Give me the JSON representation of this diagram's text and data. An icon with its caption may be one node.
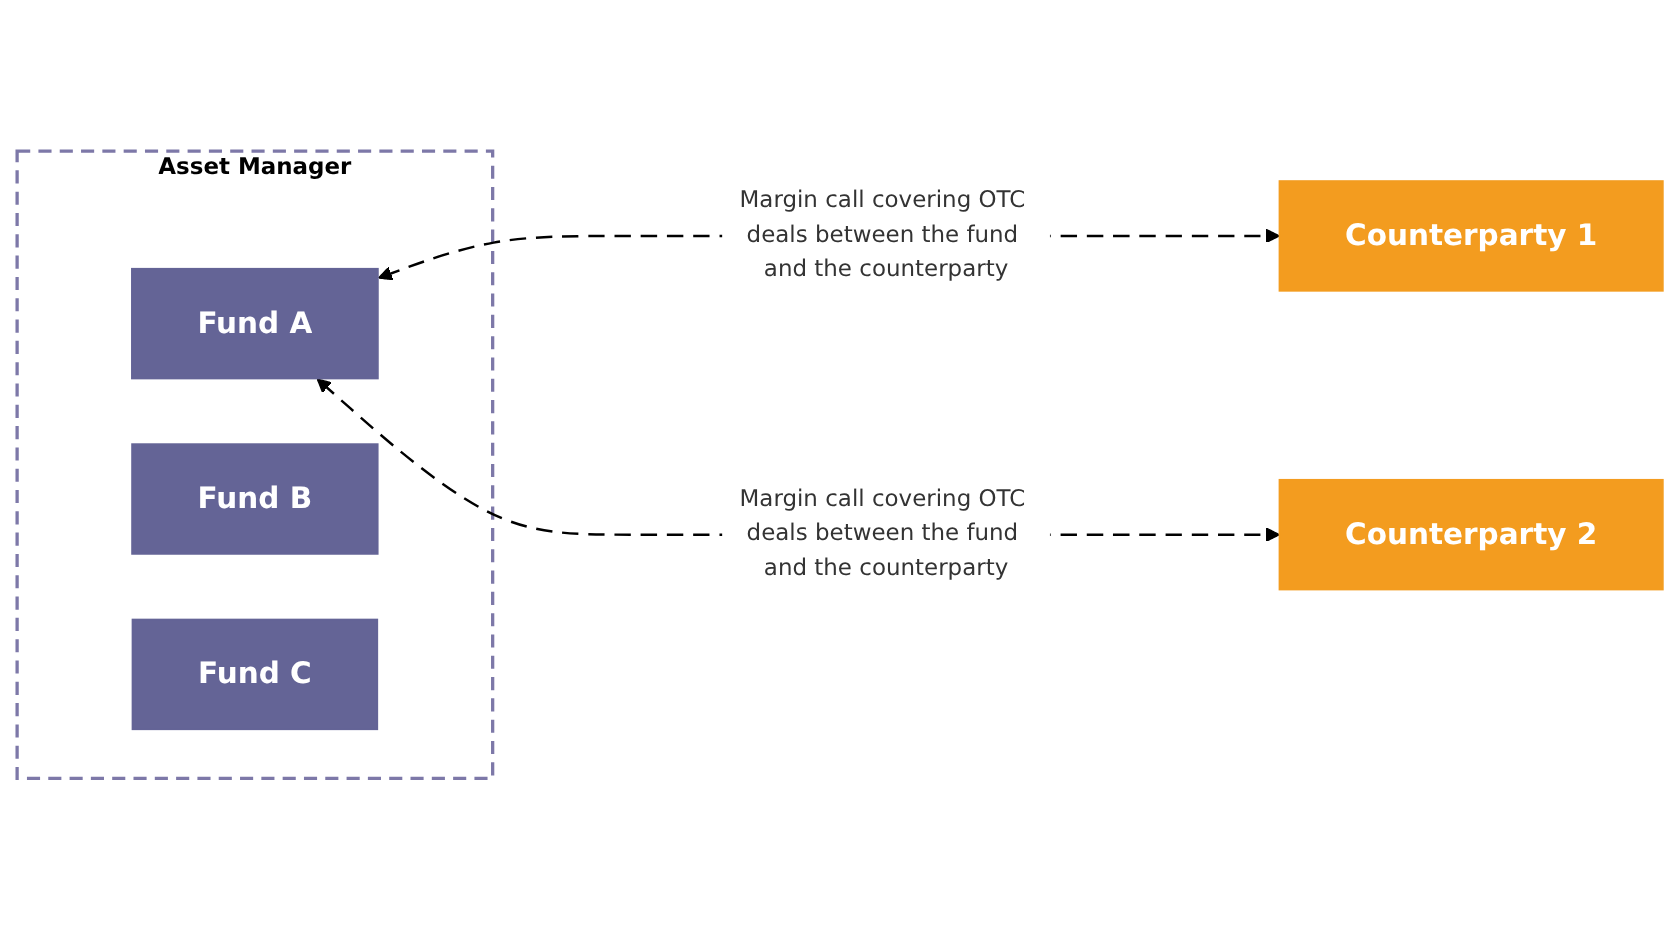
{
  "diagram": {
    "nodes": [
      {
        "text": [
          "Asset Manager"
        ]
      },
      {
        "text": [
          "Fund A"
        ],
        "in": 0
      },
      {
        "text": [
          "Fund B"
        ],
        "in": 0
      },
      {
        "text": [
          "Fund C"
        ],
        "in": 0
      },
      {
        "text": [
          "Counterparty 1"
        ]
      },
      {
        "text": [
          "Counterparty 2"
        ]
      }
    ],
    "edges": [
      {
        "from": 1,
        "to": 4,
        "arrow": "both",
        "style": "dashed",
        "label": "Margin call covering OTC deals between the fund and the counterparty"
      },
      {
        "from": 1,
        "to": 5,
        "arrow": "both",
        "style": "dashed",
        "label": "Margin call covering OTC deals between the fund and the counterparty"
      }
    ]
  }
}
